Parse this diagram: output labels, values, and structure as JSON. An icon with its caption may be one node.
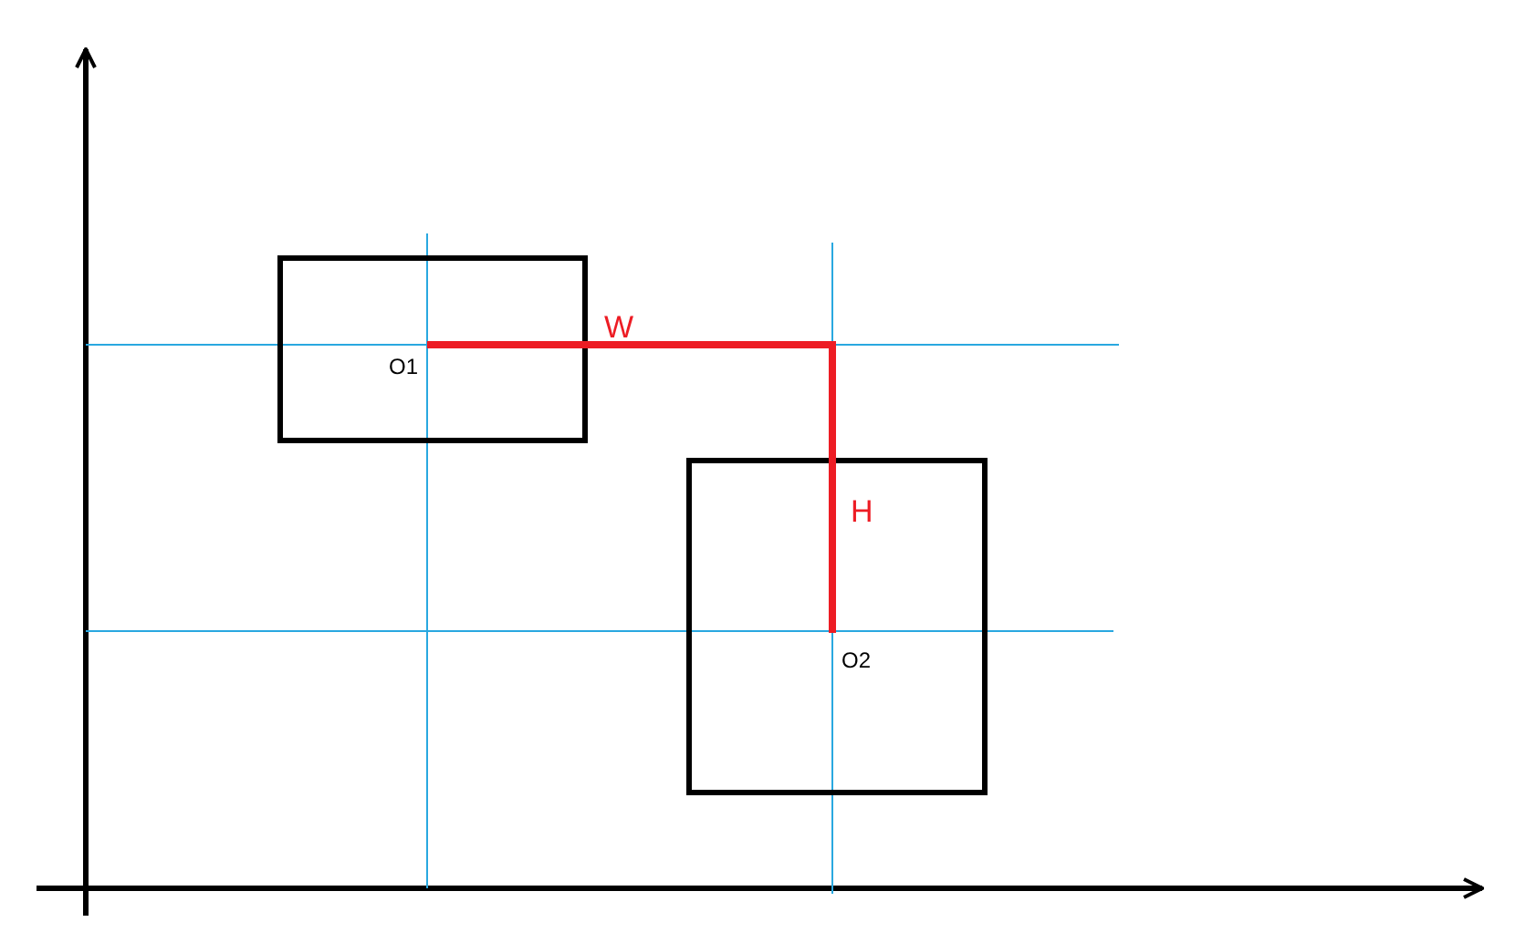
{
  "diagram": {
    "nodes": [
      {
        "text": [],
        "shape": "box"
      },
      {
        "text": [],
        "shape": "box"
      }
    ],
    "labels": [
      "W",
      "O1",
      "H",
      "O2"
    ]
  }
}
